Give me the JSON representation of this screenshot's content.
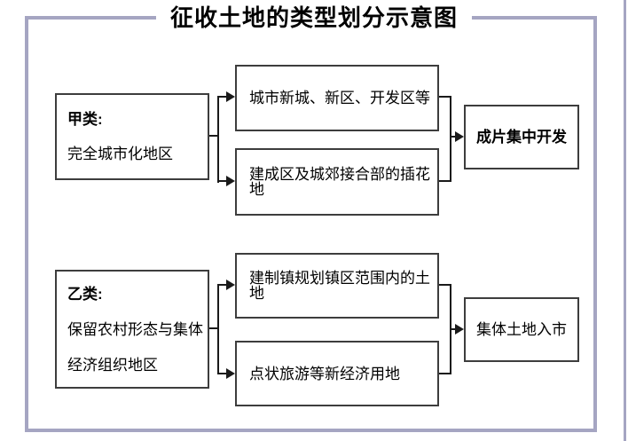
{
  "title": "征收土地的类型划分示意图",
  "colors": {
    "frame": "#a5a5c2",
    "box_border": "#3d3d3d",
    "connector": "#1a1a1a",
    "text": "#000000",
    "background": "#ffffff"
  },
  "diagram": {
    "group_a": {
      "source": {
        "heading": "甲类:",
        "lines": [
          "完全城市化地区"
        ]
      },
      "items": [
        {
          "label": "城市新城、新区、开发区等"
        },
        {
          "label": "建成区及城郊接合部的插花地"
        }
      ],
      "result": {
        "label": "成片集中开发"
      }
    },
    "group_b": {
      "source": {
        "heading": "乙类:",
        "lines": [
          "保留农村形态与集体",
          "经济组织地区"
        ]
      },
      "items": [
        {
          "label": "建制镇规划镇区范围内的土地"
        },
        {
          "label": "点状旅游等新经济用地"
        }
      ],
      "result": {
        "label": "集体土地入市"
      }
    }
  }
}
